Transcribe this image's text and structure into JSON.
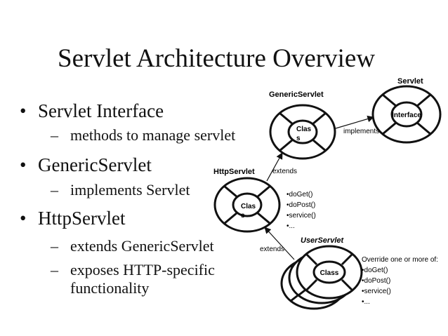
{
  "slide": {
    "title": "Servlet Architecture Overview",
    "bullets": [
      {
        "text": "Servlet Interface",
        "sub": [
          "methods to manage servlet"
        ]
      },
      {
        "text": "GenericServlet",
        "sub": [
          "implements Servlet"
        ]
      },
      {
        "text": "HttpServlet",
        "sub": [
          "extends GenericServlet",
          "exposes HTTP-specific functionality"
        ]
      }
    ],
    "bullet_glyph": "•",
    "dash_glyph": "–"
  },
  "diagram": {
    "servlet": {
      "title": "Servlet",
      "node_label": "Interface"
    },
    "generic_servlet": {
      "title": "GenericServlet",
      "node_label_1": "Clas",
      "node_label_2": "s"
    },
    "http_servlet": {
      "title": "HttpServlet",
      "node_label_1": "Clas",
      "node_label_2": "s",
      "methods": [
        "•doGet()",
        "•doPost()",
        "•service()",
        "•..."
      ]
    },
    "user_servlet": {
      "title": "UserServlet",
      "node_label": "Class",
      "note_title": "Override one or more of:",
      "methods": [
        "•doGet()",
        "•doPost()",
        "•service()",
        "•..."
      ]
    },
    "edges": {
      "implements": "implements",
      "extends_generic": "extends",
      "extends_http": "extends"
    }
  }
}
